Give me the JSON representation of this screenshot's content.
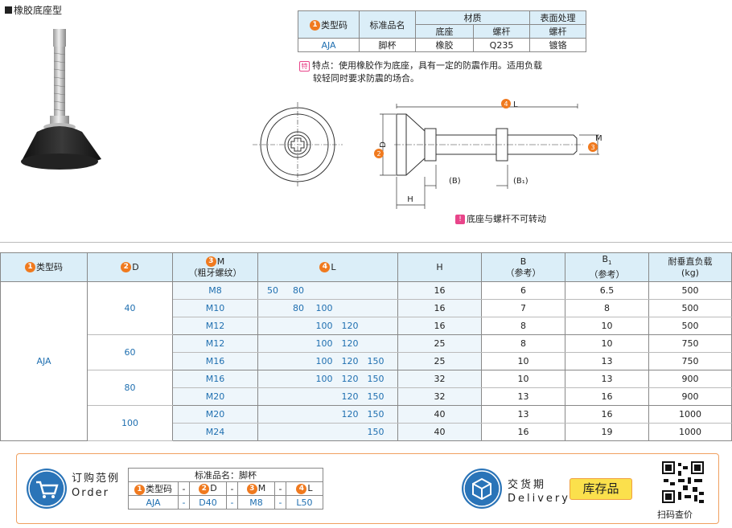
{
  "title": "橡胶底座型",
  "spec": {
    "h_type": "类型码",
    "h_std": "标准品名",
    "h_mat": "材质",
    "h_surf": "表面处理",
    "h_base": "底座",
    "h_bolt": "螺杆",
    "h_bolt2": "螺杆",
    "type": "AJA",
    "std": "脚杯",
    "base": "橡胶",
    "bolt": "Q235",
    "surf": "镀铬"
  },
  "feature": {
    "icon": "特",
    "text1": "特点：使用橡胶作为底座，具有一定的防震作用。适用负载",
    "text2": "较轻同时要求防震的场合。"
  },
  "drawing": {
    "L": "L",
    "D": "D",
    "M": "M",
    "H": "H",
    "B": "(B)",
    "B1": "(B₁)"
  },
  "note": {
    "icon": "!",
    "text": "底座与螺杆不可转动"
  },
  "table": {
    "h_type": "类型码",
    "h_d": "D",
    "h_m": "M",
    "h_m2": "（粗牙螺纹）",
    "h_l": "L",
    "h_h": "H",
    "h_b": "B",
    "h_b2": "（参考）",
    "h_b1": "B",
    "h_b1sub": "1",
    "h_b12": "（参考）",
    "h_load": "耐垂直负载",
    "h_load2": "(kg)",
    "type": "AJA",
    "groups": [
      {
        "d": "40",
        "rows": [
          {
            "m": "M8",
            "l": [
              "50",
              "80",
              "",
              "",
              ""
            ],
            "h": "16",
            "b": "6",
            "b1": "6.5",
            "load": "500"
          },
          {
            "m": "M10",
            "l": [
              "",
              "80",
              "100",
              "",
              ""
            ],
            "h": "16",
            "b": "7",
            "b1": "8",
            "load": "500"
          },
          {
            "m": "M12",
            "l": [
              "",
              "",
              "100",
              "120",
              ""
            ],
            "h": "16",
            "b": "8",
            "b1": "10",
            "load": "500"
          }
        ]
      },
      {
        "d": "60",
        "rows": [
          {
            "m": "M12",
            "l": [
              "",
              "",
              "100",
              "120",
              ""
            ],
            "h": "25",
            "b": "8",
            "b1": "10",
            "load": "750"
          },
          {
            "m": "M16",
            "l": [
              "",
              "",
              "100",
              "120",
              "150"
            ],
            "h": "25",
            "b": "10",
            "b1": "13",
            "load": "750"
          }
        ]
      },
      {
        "d": "80",
        "rows": [
          {
            "m": "M16",
            "l": [
              "",
              "",
              "100",
              "120",
              "150"
            ],
            "h": "32",
            "b": "10",
            "b1": "13",
            "load": "900"
          },
          {
            "m": "M20",
            "l": [
              "",
              "",
              "",
              "120",
              "150"
            ],
            "h": "32",
            "b": "13",
            "b1": "16",
            "load": "900"
          }
        ]
      },
      {
        "d": "100",
        "rows": [
          {
            "m": "M20",
            "l": [
              "",
              "",
              "",
              "120",
              "150"
            ],
            "h": "40",
            "b": "13",
            "b1": "16",
            "load": "1000"
          },
          {
            "m": "M24",
            "l": [
              "",
              "",
              "",
              "",
              "150"
            ],
            "h": "40",
            "b": "16",
            "b1": "19",
            "load": "1000"
          }
        ]
      }
    ]
  },
  "order": {
    "label1": "订购范例",
    "label2": "Order",
    "std_label": "标准品名：脚杯",
    "c_type": "类型码",
    "c_d": "D",
    "c_m": "M",
    "c_l": "L",
    "dash": "-",
    "v_type": "AJA",
    "v_d": "D40",
    "v_m": "M8",
    "v_l": "L50"
  },
  "delivery": {
    "label1": "交货期",
    "label2": "Delivery",
    "stock": "库存品",
    "qr_label": "扫码查价"
  },
  "nums": [
    "1",
    "2",
    "3",
    "4"
  ],
  "colors": {
    "accent": "#f07a1f",
    "header": "#dbeef8",
    "blue": "#1f6fb0",
    "pink": "#e8458a"
  }
}
